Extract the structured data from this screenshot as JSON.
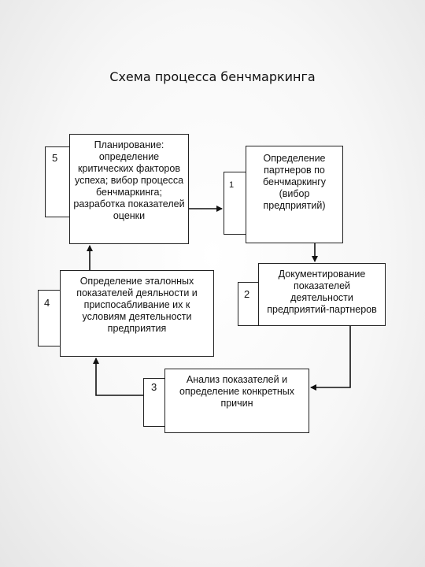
{
  "title": "Схема процесса бенчмаркинга",
  "steps": [
    {
      "number": "5",
      "text": "Планирование: определение критических факторов успеха; вибор процесса бенчмаркинга; разработка показателей оценки"
    },
    {
      "number": "1",
      "text": "Определение партнеров по бенчмаркингу (вибор предприятий)"
    },
    {
      "number": "2",
      "text": "Документирование показателей деятельности предприятий-партнеров"
    },
    {
      "number": "3",
      "text": "Анализ показателей и определение конкретных причин"
    },
    {
      "number": "4",
      "text": "Определение эталонных показателей деяльности и приспосабливание их к условиям деятельности предприятия"
    }
  ]
}
